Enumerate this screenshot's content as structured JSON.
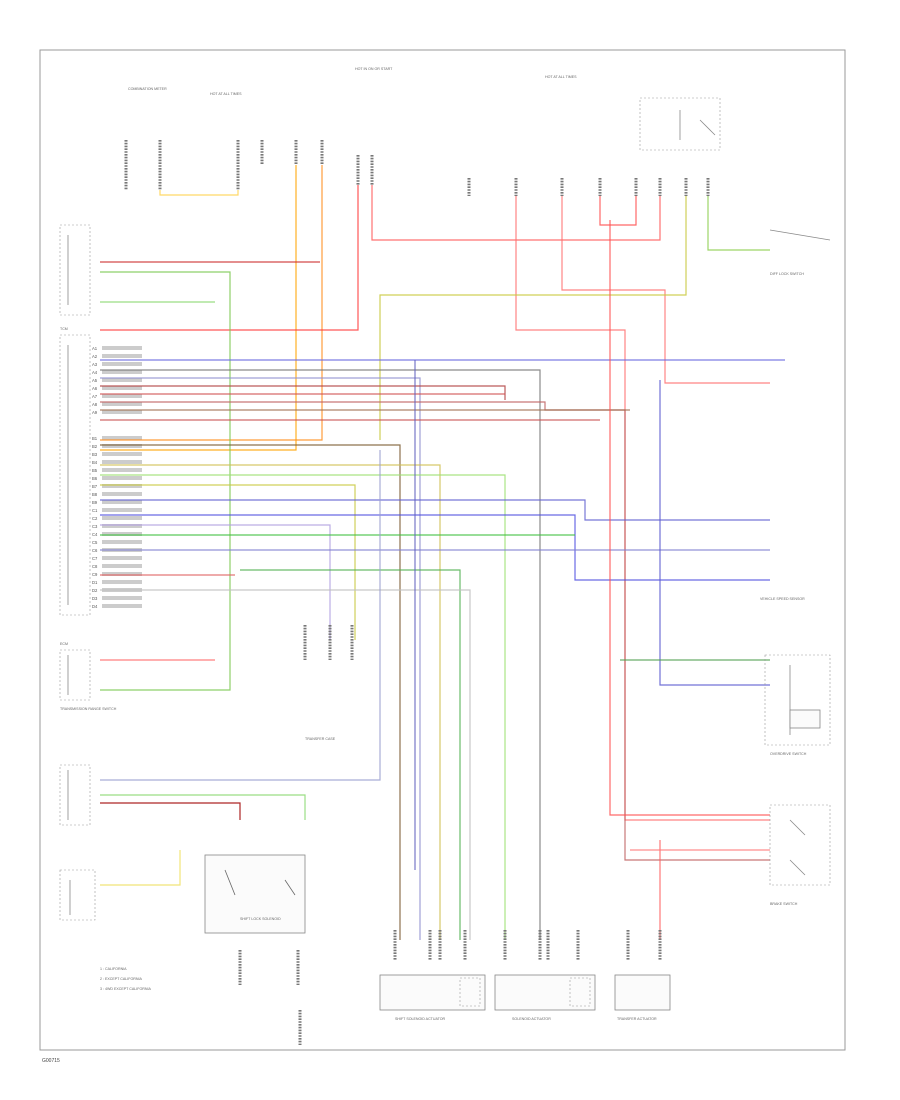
{
  "diagram": {
    "figure_id": "G00715",
    "header_labels": [
      "COMBINATION METER",
      "HOT AT ALL TIMES",
      "HOT IN ON OR START",
      "HOT AT ALL TIMES"
    ],
    "components": {
      "ecm": "ECM",
      "tcm": "TCM",
      "transfer": "TRANSFER CASE",
      "shift_lock": "SHIFT LOCK SOLENOID",
      "transmission": "TRANSMISSION RANGE SWITCH",
      "speed_sensor": "VEHICLE SPEED SENSOR",
      "brake_switch": "BRAKE SWITCH",
      "overdrive": "OVERDRIVE SWITCH",
      "diff_lock": "DIFF LOCK SWITCH",
      "actuator_1": "SHIFT SOLENOID ACTUATOR",
      "actuator_2": "SOLENOID ACTUATOR",
      "actuator_3": "TRANSFER ACTUATOR"
    },
    "legend": [
      "1 : CALIFORNIA",
      "2 : EXCEPT CALIFORNIA",
      "3 : 4WD EXCEPT CALIFORNIA"
    ]
  }
}
